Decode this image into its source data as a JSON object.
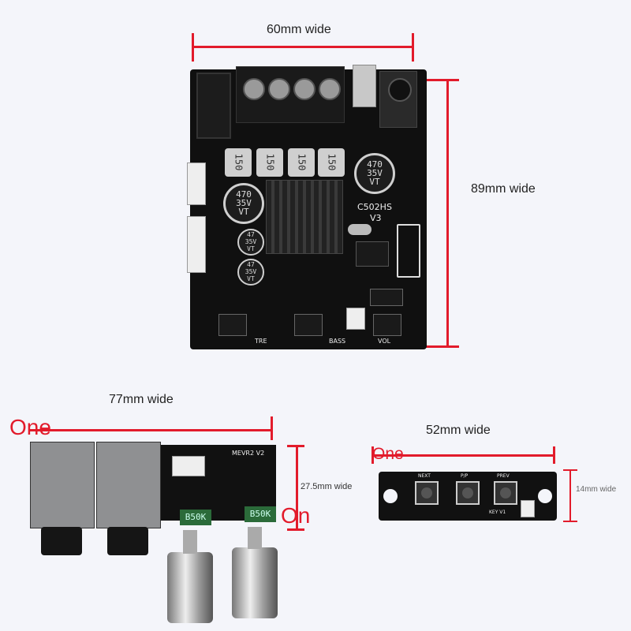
{
  "dimensions": {
    "top_width": "60mm wide",
    "top_height": "89mm wide",
    "left_width": "77mm wide",
    "left_height": "27.5mm wide",
    "right_width": "52mm wide",
    "right_height": "14mm wide"
  },
  "callouts": {
    "left_one": "One",
    "left_on": "On",
    "right_one": "One"
  },
  "main_board": {
    "model": "C502HS",
    "version": "V3",
    "cap_large": "470\n35V\nVT",
    "cap_small": "47\n35V\nVT",
    "inductor_marks": [
      "150",
      "150",
      "150",
      "150"
    ],
    "labels": {
      "tre": "TRE",
      "bass": "BASS",
      "vol": "VOL"
    }
  },
  "pot_board": {
    "model": "MEVR2 V2",
    "pot_value": "B50K"
  },
  "key_board": {
    "buttons": [
      "NEXT",
      "P/P",
      "PREV"
    ],
    "label": "KEY V1"
  },
  "colors": {
    "dimension_line": "#e21b2b",
    "pcb": "#111111",
    "background": "#f4f5fa"
  }
}
